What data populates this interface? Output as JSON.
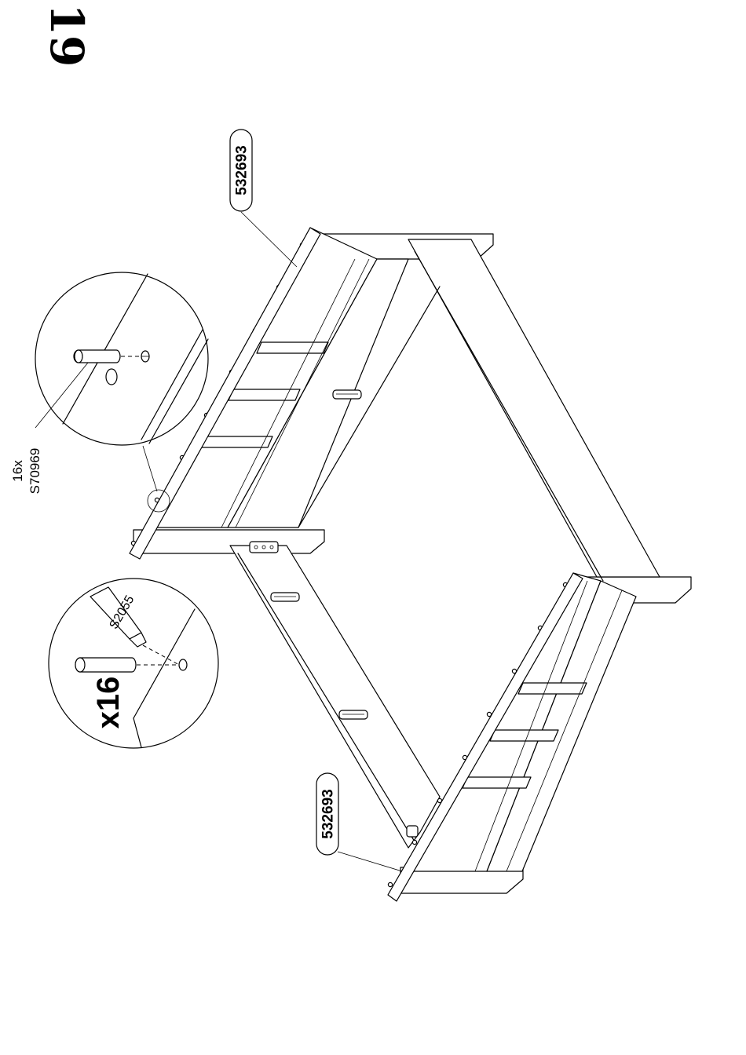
{
  "step": {
    "number": "19"
  },
  "parts": {
    "top_rail_code": "532693",
    "bottom_rail_code": "532693",
    "dowel_quantity": "16x",
    "dowel_code": "S70969"
  },
  "glue": {
    "tube_code": "S2055",
    "quantity": "x16"
  }
}
